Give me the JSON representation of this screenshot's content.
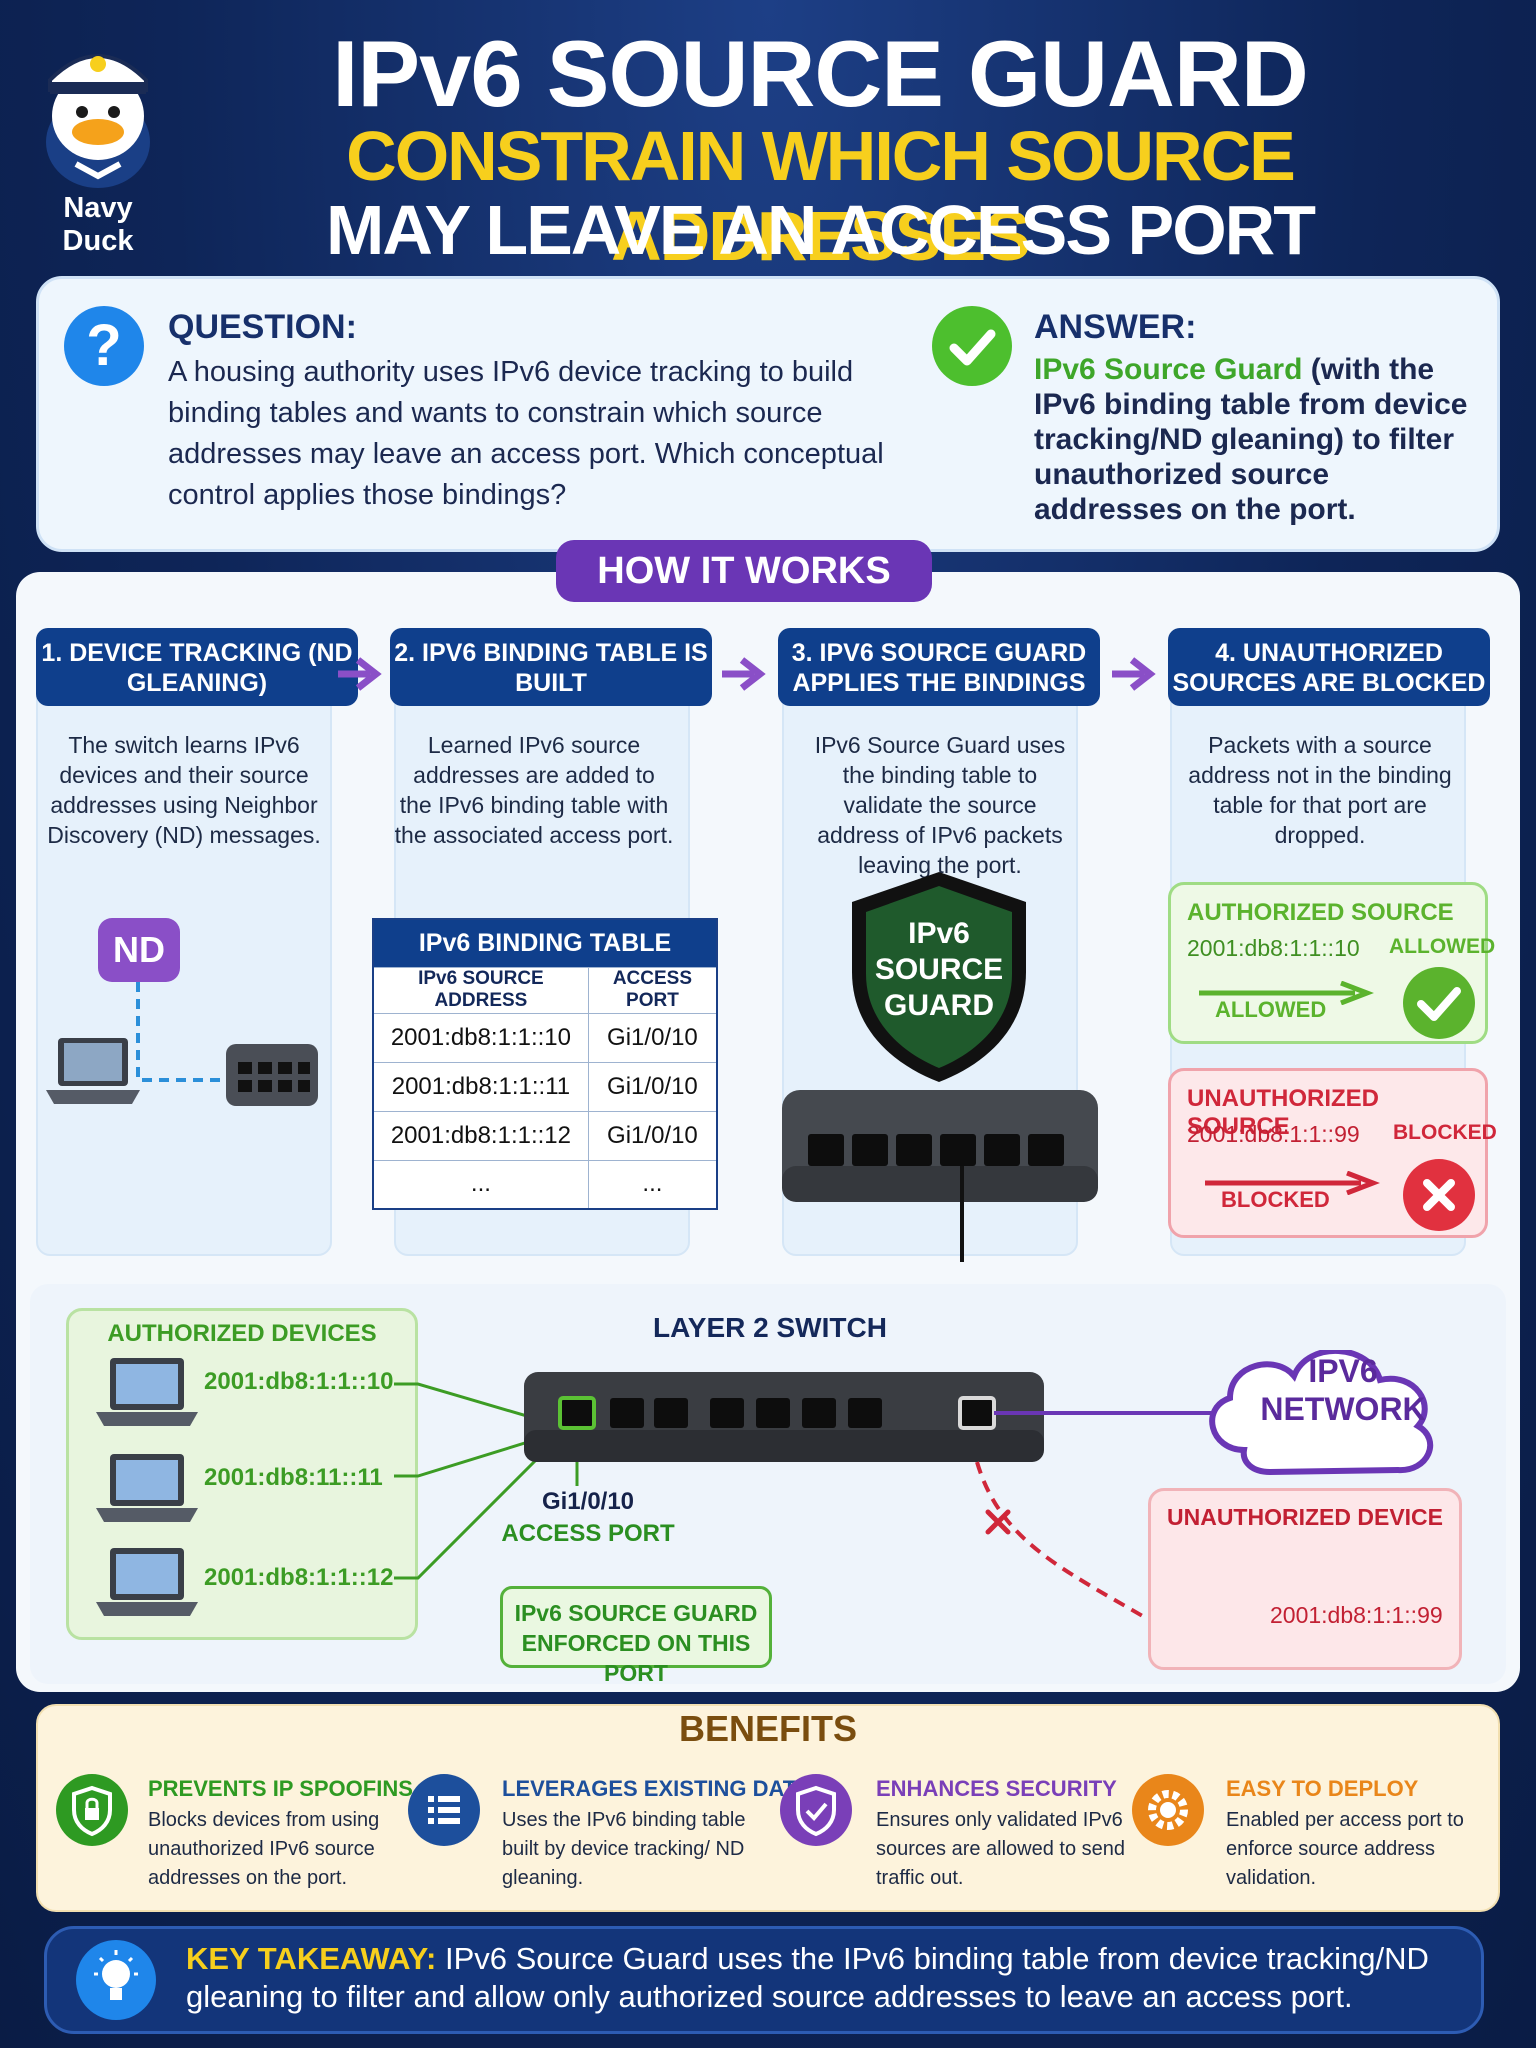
{
  "header": {
    "brand": "Navy Duck",
    "title_line1": "IPv6 SOURCE GUARD",
    "title_line2": "CONSTRAIN WHICH SOURCE ADDRESSES",
    "title_line3": "MAY LEAVE AN ACCESS PORT"
  },
  "qa": {
    "question_label": "QUESTION:",
    "question_text": "A housing authority uses IPv6 device tracking to build binding tables and wants to constrain which source addresses may leave an access port. Which conceptual control applies those bindings?",
    "answer_label": "ANSWER:",
    "answer_highlight": "IPv6 Source Guard",
    "answer_text": " (with the IPv6 binding table from device tracking/ND gleaning) to filter unauthorized source addresses on the port."
  },
  "how_it_works": {
    "label": "HOW IT WORKS",
    "steps": [
      {
        "title": "1. DEVICE TRACKING (ND GLEANING)",
        "body": "The switch learns IPv6 devices and their source addresses using Neighbor Discovery (ND) messages."
      },
      {
        "title": "2. IPV6 BINDING TABLE IS BUILT",
        "body": "Learned IPv6 source addresses are added to the IPv6 binding table with the associated access port."
      },
      {
        "title": "3. IPV6 SOURCE GUARD APPLIES THE BINDINGS",
        "body": "IPv6 Source Guard uses the binding table to validate the source address of IPv6 packets leaving the port."
      },
      {
        "title": "4. UNAUTHORIZED SOURCES ARE BLOCKED",
        "body": "Packets with a source address not in the binding table for that port are dropped."
      }
    ],
    "nd_label": "ND",
    "shield_text": [
      "IPv6",
      "SOURCE",
      "GUARD"
    ]
  },
  "binding_table": {
    "title": "IPv6 BINDING TABLE",
    "columns": [
      "IPv6 SOURCE ADDRESS",
      "ACCESS PORT"
    ],
    "rows": [
      [
        "2001:db8:1:1::10",
        "Gi1/0/10"
      ],
      [
        "2001:db8:1:1::11",
        "Gi1/0/10"
      ],
      [
        "2001:db8:1:1::12",
        "Gi1/0/10"
      ],
      [
        "...",
        "..."
      ]
    ]
  },
  "results": {
    "authorized": {
      "title": "AUTHORIZED SOURCE",
      "address": "2001:db8:1:1::10",
      "status": "ALLOWED",
      "arrow_label": "ALLOWED"
    },
    "unauthorized": {
      "title": "UNAUTHORIZED SOURCE",
      "address": "2001:db8:1:1::99",
      "status": "BLOCKED",
      "arrow_label": "BLOCKED"
    }
  },
  "topology": {
    "switch_label": "LAYER 2 SWITCH",
    "authorized_title": "AUTHORIZED DEVICES",
    "authorized_addresses": [
      "2001:db8:1:1::10",
      "2001:db8:11::11",
      "2001:db8:1:1::12"
    ],
    "port_name": "Gi1/0/10",
    "port_label": "ACCESS PORT",
    "guard_note": "IPv6 SOURCE GUARD ENFORCED ON THIS PORT",
    "network_label": "IPV6 NETWORK",
    "unauthorized_title": "UNAUTHORIZED DEVICE",
    "unauthorized_address": "2001:db8:1:1::99"
  },
  "benefits": {
    "title": "BENEFITS",
    "items": [
      {
        "title": "PREVENTS IP SPOOFINS",
        "text": "Blocks devices from using unauthorized IPv6 source addresses on the port.",
        "color": "#2e9a22",
        "icon": "lock-shield-icon"
      },
      {
        "title": "LEVERAGES EXISTING DATA",
        "text": "Uses the IPv6 binding table built by device tracking/ ND gleaning.",
        "color": "#1d4f9c",
        "icon": "list-icon"
      },
      {
        "title": "ENHANCES SECURITY",
        "text": "Ensures only validated IPv6 sources are allowed to send traffic out.",
        "color": "#7a3fb8",
        "icon": "check-shield-icon"
      },
      {
        "title": "EASY TO DEPLOY",
        "text": "Enabled per access port to enforce source address validation.",
        "color": "#e9861a",
        "icon": "gear-icon"
      }
    ]
  },
  "takeaway": {
    "label": "KEY TAKEAWAY:",
    "text": " IPv6 Source Guard uses the IPv6 binding table from device tracking/ND gleaning to filter and allow only authorized source addresses to leave an access port."
  }
}
